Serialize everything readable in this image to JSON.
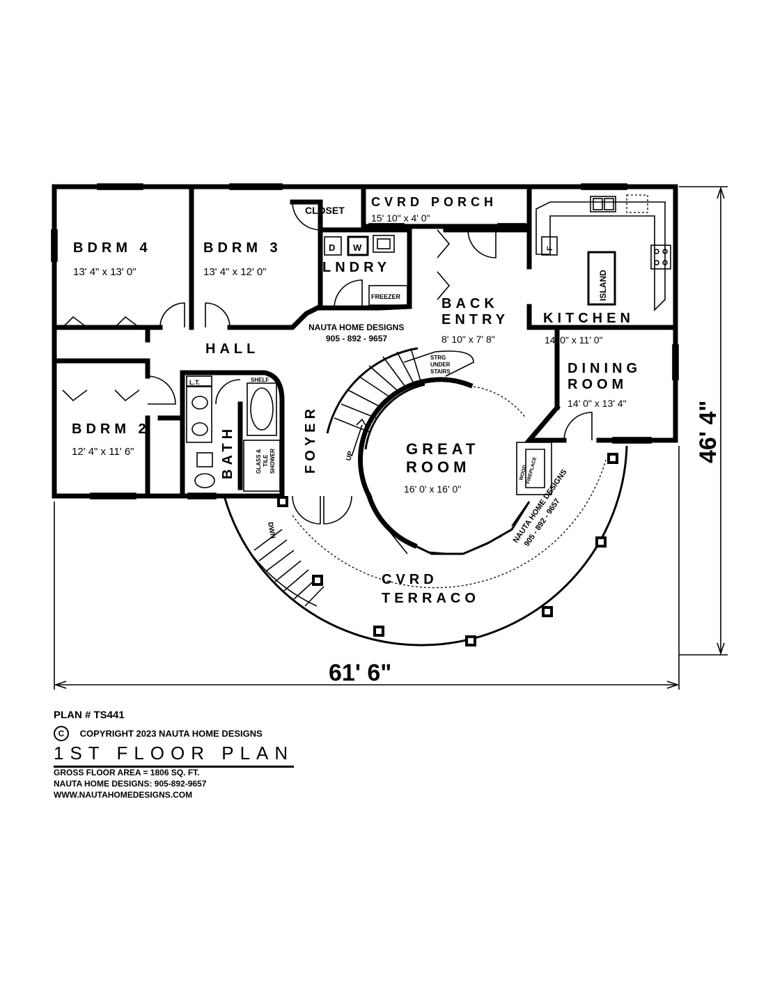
{
  "rooms": {
    "bdrm4": {
      "name": "BDRM 4",
      "dim": "13' 4\" x 13' 0\""
    },
    "bdrm3": {
      "name": "BDRM 3",
      "dim": "13' 4\" x 12' 0\""
    },
    "bdrm2": {
      "name": "BDRM 2",
      "dim": "12' 4\" x 11' 6\""
    },
    "closet": {
      "name": "CLOSET"
    },
    "porch": {
      "name": "CVRD PORCH",
      "dim": "15' 10\" x 4' 0\""
    },
    "laundry": {
      "name": "LNDRY",
      "dryer": "D",
      "washer": "W",
      "freezer": "FREEZER"
    },
    "back_entry": {
      "name_1": "BACK",
      "name_2": "ENTRY",
      "dim": "8' 10\" x 7' 8\""
    },
    "kitchen": {
      "name": "KITCHEN",
      "dim": "14' 0\" x 11' 0\"",
      "island": "ISLAND",
      "fridge": "F"
    },
    "dining": {
      "name_1": "DINING",
      "name_2": "ROOM",
      "dim": "14' 0\" x 13' 4\""
    },
    "hall": {
      "name": "HALL"
    },
    "bath": {
      "name": "BATH",
      "linen": "L.T.",
      "shelf": "SHELF",
      "shower_1": "GLASS &",
      "shower_2": "TILE",
      "shower_3": "SHOWER"
    },
    "foyer": {
      "name": "FOYER"
    },
    "great_room": {
      "name_1": "GREAT",
      "name_2": "ROOM",
      "dim": "16' 0' x 16' 0\""
    },
    "terrace": {
      "name_1": "CVRD",
      "name_2": "TERRACO"
    },
    "storage": {
      "line_1": "STRG",
      "line_2": "UNDER",
      "line_3": "STAIRS"
    },
    "fireplace": {
      "line_1": "WOOD",
      "line_2": "FIREPLACE"
    }
  },
  "stairs": {
    "up": "UP",
    "down": "DWN"
  },
  "watermarks": {
    "company": "NAUTA HOME DESIGNS",
    "phone": "905 - 892 - 9657"
  },
  "dimensions": {
    "width": "61' 6\"",
    "depth": "46' 4\""
  },
  "info": {
    "plan_number": "PLAN # TS441",
    "copyright_symbol": "C",
    "copyright": "COPYRIGHT 2023 NAUTA HOME DESIGNS",
    "title": "1ST FLOOR PLAN",
    "area": "GROSS FLOOR AREA = 1806 SQ. FT.",
    "contact": "NAUTA HOME DESIGNS: 905-892-9657",
    "website": "WWW.NAUTAHOMEDESIGNS.COM"
  }
}
